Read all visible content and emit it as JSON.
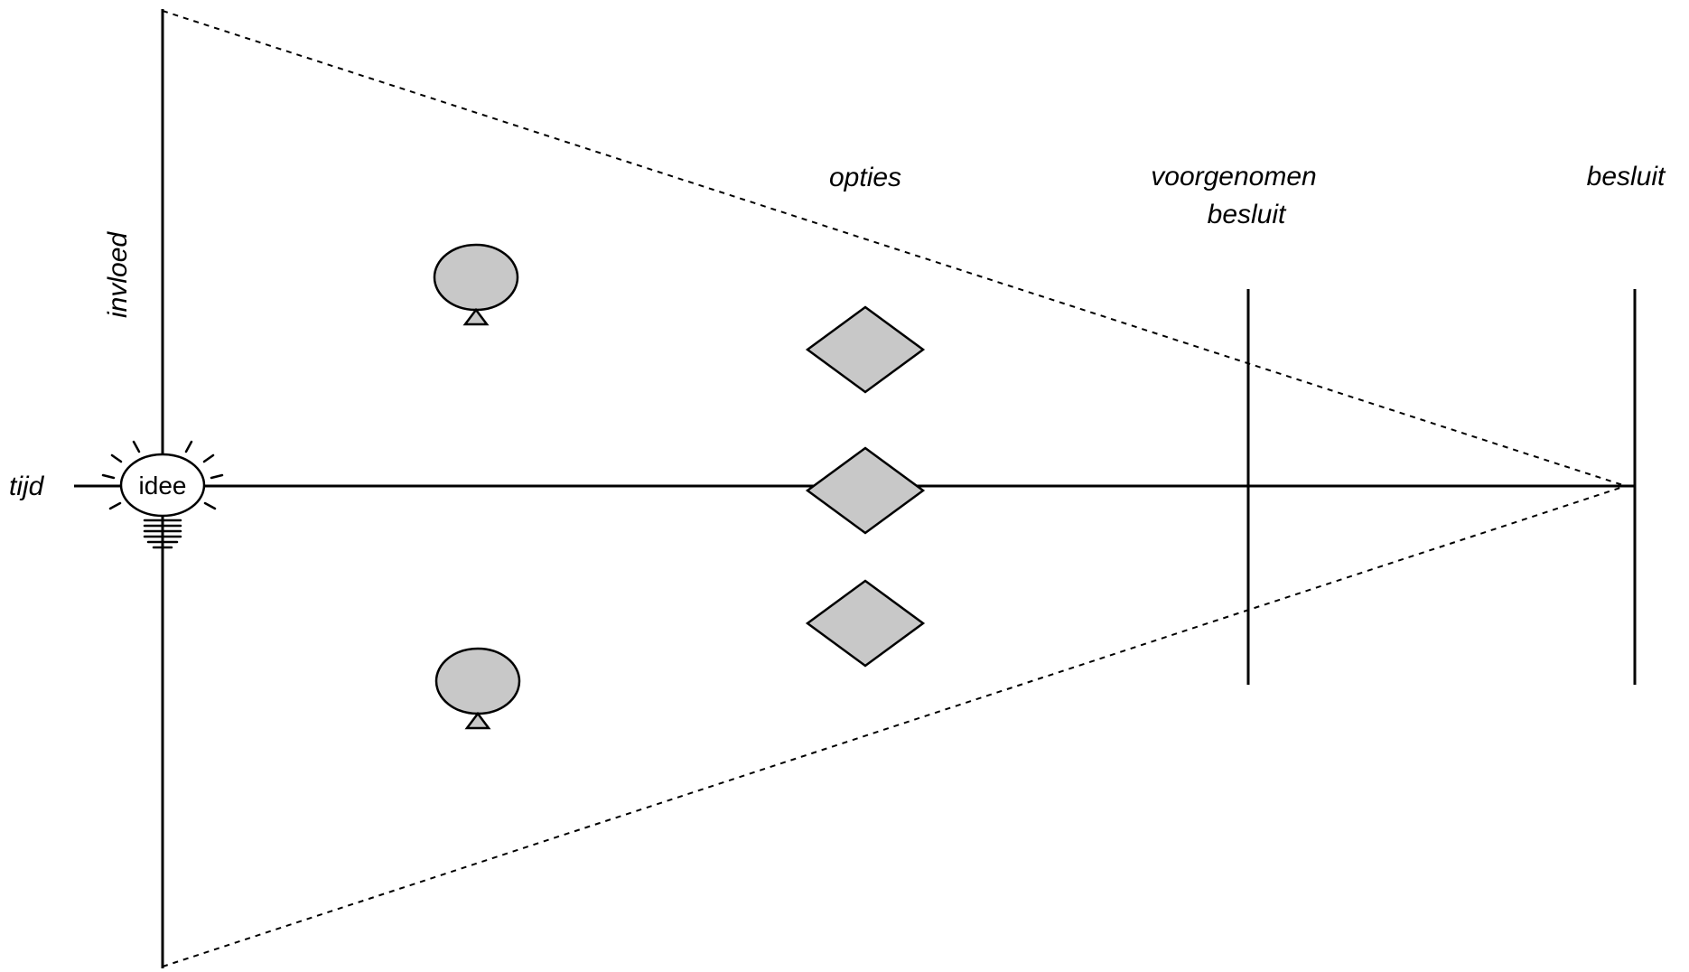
{
  "labels": {
    "tijd": "tijd",
    "invloed": "invloed",
    "idee": "idee",
    "opties": "opties",
    "voorgenomen_line1": "voorgenomen",
    "voorgenomen_line2": "besluit",
    "besluit": "besluit"
  },
  "colors": {
    "line": "#000000",
    "shape_fill": "#c8c8c8",
    "background": "#ffffff"
  },
  "elements": {
    "options": [
      "option-diamond",
      "option-diamond",
      "option-diamond"
    ],
    "stakeholders": [
      "balloon",
      "balloon"
    ],
    "idea_icon": "lightbulb-icon"
  }
}
